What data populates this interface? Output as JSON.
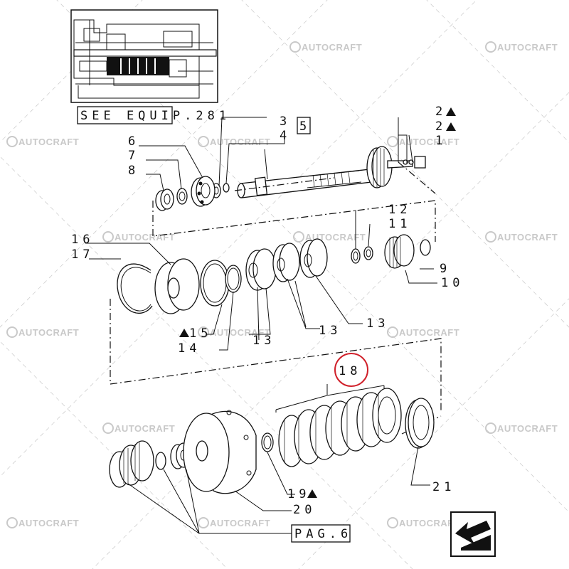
{
  "labels": {
    "see_equip": "SEE EQUIP.281",
    "box_5": "5",
    "pag_6": "PAG.6",
    "callouts": {
      "c1": "1",
      "c2a": "2",
      "c2b": "2",
      "c3": "3",
      "c4": "4",
      "c6": "6",
      "c7": "7",
      "c8": "8",
      "c9": "9",
      "c10": "10",
      "c11": "11",
      "c12": "12",
      "c13a": "13",
      "c13b": "13",
      "c13c": "13",
      "c14": "14",
      "c15": "15",
      "c16": "16",
      "c17": "17",
      "c18": "18",
      "c19": "19",
      "c20": "20",
      "c21": "21"
    }
  },
  "watermark": "AUTOCRAFT",
  "colors": {
    "ink": "#111111",
    "highlight_circle": "#d0202a",
    "watermark": "#c9c9c9"
  },
  "icons": {
    "triangle": "filled-triangle-marker",
    "nav": "next-page-arrow-icon"
  },
  "highlighted_callout": "18"
}
